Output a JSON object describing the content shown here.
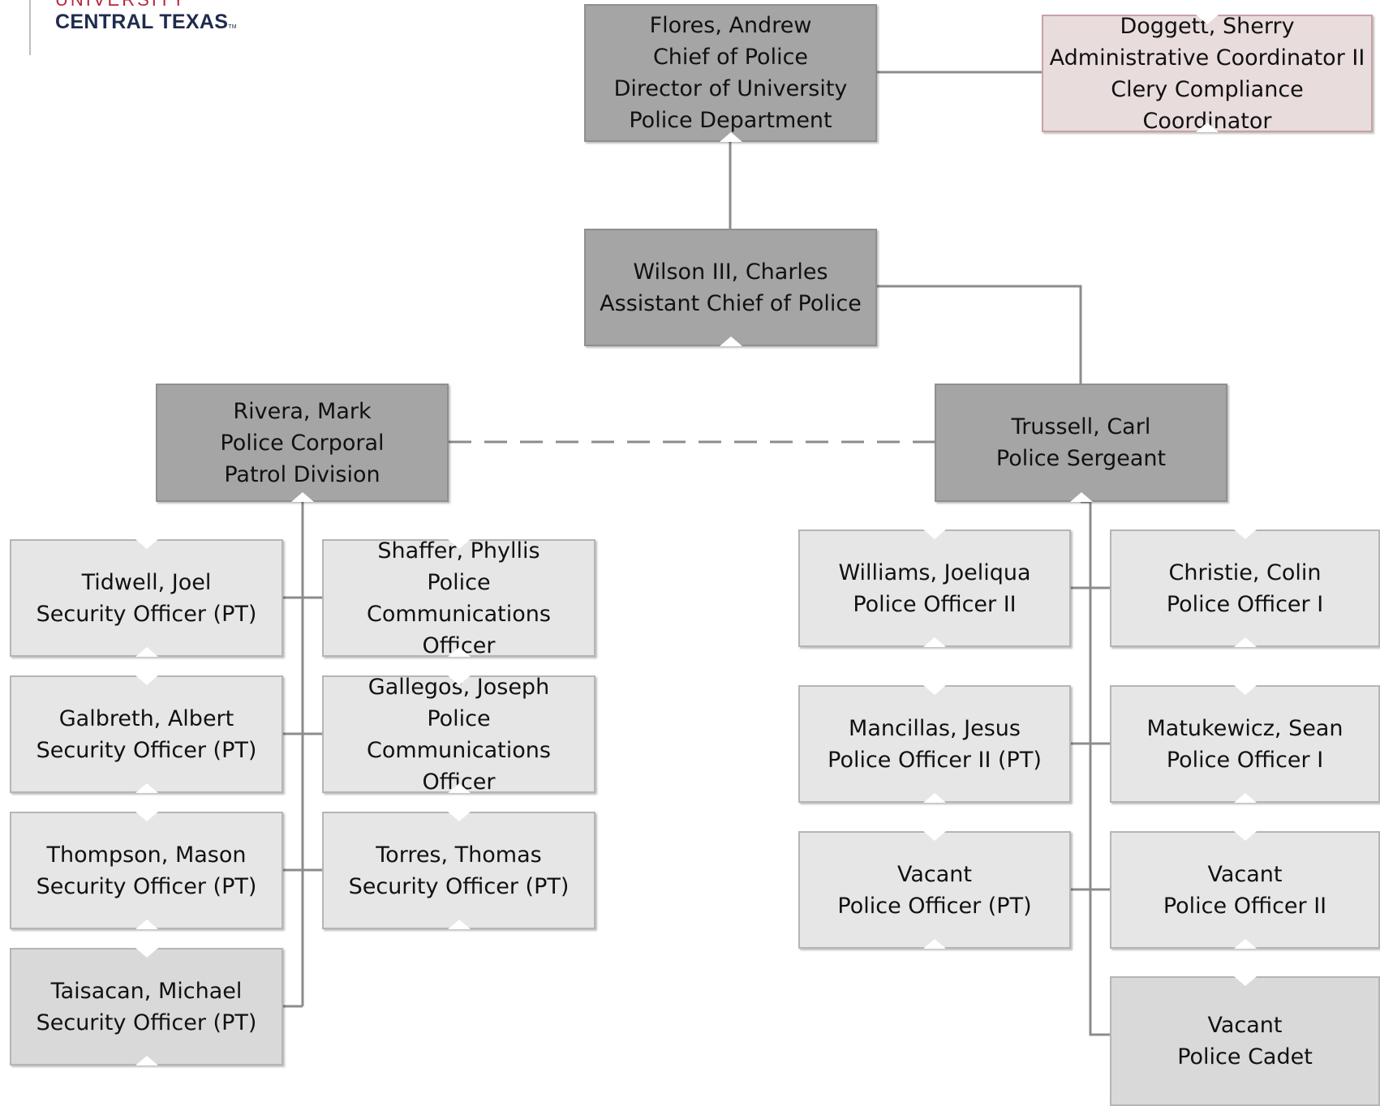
{
  "logo": {
    "top_line": "UNIVERSITY",
    "main_line": "CENTRAL TEXAS",
    "tm": "TM"
  },
  "colors": {
    "dark_box": "#a5a5a5",
    "light_box": "#e6e6e6",
    "vacant_box": "#d9d9d9",
    "coordinator_box": "#e9dcdc",
    "connector": "#8c8c8c"
  },
  "nodes": {
    "flores": {
      "name": "Flores, Andrew",
      "title1": "Chief of Police",
      "title2": "Director of University Police Department"
    },
    "doggett": {
      "name": "Doggett, Sherry",
      "title1": "Administrative Coordinator II",
      "title2": "Clery Compliance Coordinator"
    },
    "wilson": {
      "name": "Wilson III, Charles",
      "title1": "Assistant Chief of Police"
    },
    "rivera": {
      "name": "Rivera, Mark",
      "title1": "Police Corporal",
      "title2": "Patrol Division"
    },
    "trussell": {
      "name": "Trussell, Carl",
      "title1": "Police Sergeant"
    },
    "tidwell": {
      "name": "Tidwell, Joel",
      "title1": "Security Officer (PT)"
    },
    "shaffer": {
      "name": "Shaffer, Phyllis",
      "title1": "Police Communications Officer"
    },
    "galbreth": {
      "name": "Galbreth, Albert",
      "title1": "Security Officer (PT)"
    },
    "gallegos": {
      "name": "Gallegos, Joseph",
      "title1": "Police Communications Officer"
    },
    "thompson": {
      "name": "Thompson, Mason",
      "title1": "Security Officer (PT)"
    },
    "torres": {
      "name": "Torres, Thomas",
      "title1": "Security Officer (PT)"
    },
    "taisacan": {
      "name": "Taisacan, Michael",
      "title1": "Security Officer (PT)"
    },
    "williams": {
      "name": "Williams, Joeliqua",
      "title1": "Police Officer II"
    },
    "christie": {
      "name": "Christie, Colin",
      "title1": "Police Officer I"
    },
    "mancillas": {
      "name": "Mancillas, Jesus",
      "title1": "Police Officer II (PT)"
    },
    "matukewicz": {
      "name": "Matukewicz, Sean",
      "title1": "Police Officer I"
    },
    "vacant_pt": {
      "name": "Vacant",
      "title1": "Police Officer (PT)"
    },
    "vacant_po2": {
      "name": "Vacant",
      "title1": "Police Officer II"
    },
    "vacant_cadet": {
      "name": "Vacant",
      "title1": "Police Cadet"
    }
  }
}
